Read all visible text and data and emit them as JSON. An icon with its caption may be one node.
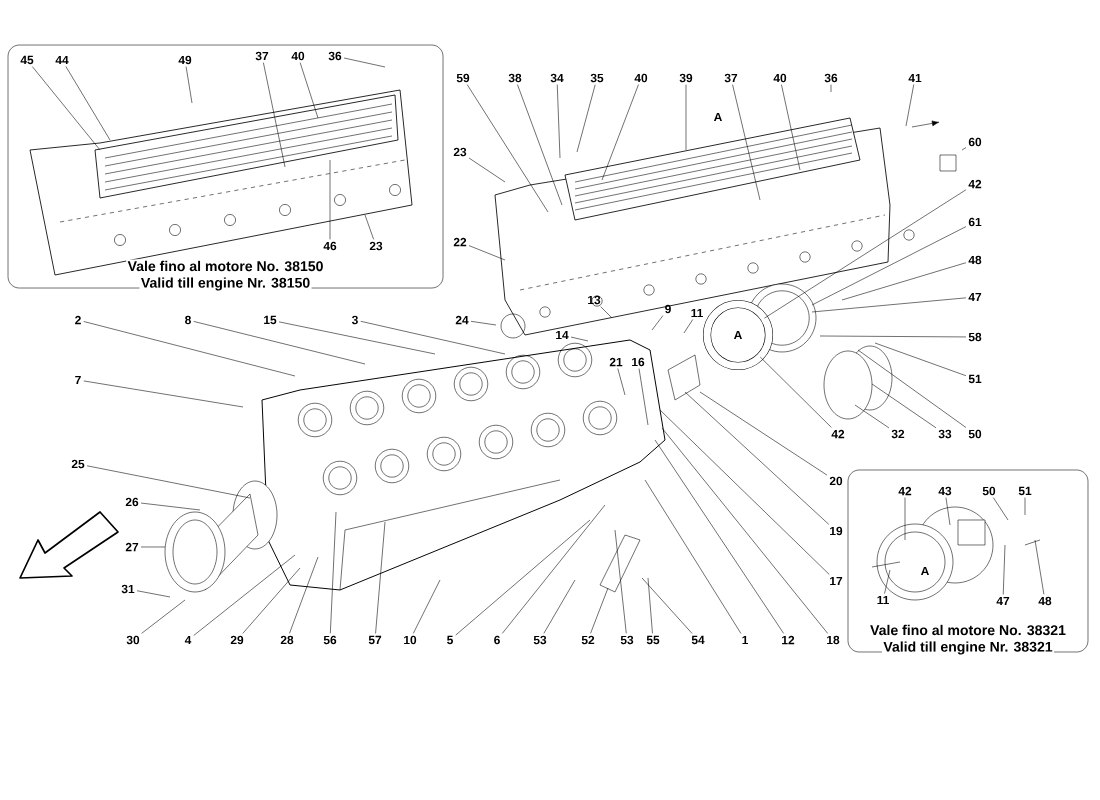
{
  "diagram": {
    "nodes": [
      {
        "text": [
          "Vale fino al motore No. 38150",
          "Valid till engine Nr. 38150"
        ]
      },
      {
        "text": [
          "Vale fino al motore No. 38321",
          "Valid till engine Nr. 38321"
        ]
      },
      {
        "text": [
          "45"
        ],
        "in": 0
      },
      {
        "text": [
          "44"
        ],
        "in": 0
      },
      {
        "text": [
          "49"
        ],
        "in": 0
      },
      {
        "text": [
          "37"
        ],
        "in": 0
      },
      {
        "text": [
          "40"
        ],
        "in": 0
      },
      {
        "text": [
          "36"
        ],
        "in": 0
      },
      {
        "text": [
          "46"
        ],
        "in": 0
      },
      {
        "text": [
          "23"
        ],
        "in": 0
      },
      {
        "text": [
          "59"
        ]
      },
      {
        "text": [
          "38"
        ]
      },
      {
        "text": [
          "34"
        ]
      },
      {
        "text": [
          "35"
        ]
      },
      {
        "text": [
          "40"
        ]
      },
      {
        "text": [
          "39"
        ]
      },
      {
        "text": [
          "37"
        ]
      },
      {
        "text": [
          "40"
        ]
      },
      {
        "text": [
          "36"
        ]
      },
      {
        "text": [
          "41"
        ]
      },
      {
        "text": [
          "60"
        ]
      },
      {
        "text": [
          "23"
        ]
      },
      {
        "text": [
          "22"
        ]
      },
      {
        "text": [
          "42"
        ]
      },
      {
        "text": [
          "61"
        ]
      },
      {
        "text": [
          "48"
        ]
      },
      {
        "text": [
          "47"
        ]
      },
      {
        "text": [
          "24"
        ]
      },
      {
        "text": [
          "14"
        ]
      },
      {
        "text": [
          "13"
        ]
      },
      {
        "text": [
          "9"
        ]
      },
      {
        "text": [
          "11"
        ]
      },
      {
        "text": [
          "58"
        ]
      },
      {
        "text": [
          "2"
        ]
      },
      {
        "text": [
          "8"
        ]
      },
      {
        "text": [
          "15"
        ]
      },
      {
        "text": [
          "3"
        ]
      },
      {
        "text": [
          "21"
        ]
      },
      {
        "text": [
          "16"
        ]
      },
      {
        "text": [
          "51"
        ]
      },
      {
        "text": [
          "7"
        ]
      },
      {
        "text": [
          "42"
        ]
      },
      {
        "text": [
          "32"
        ]
      },
      {
        "text": [
          "33"
        ]
      },
      {
        "text": [
          "50"
        ]
      },
      {
        "text": [
          "20"
        ]
      },
      {
        "text": [
          "25"
        ]
      },
      {
        "text": [
          "19"
        ]
      },
      {
        "text": [
          "26"
        ]
      },
      {
        "text": [
          "27"
        ]
      },
      {
        "text": [
          "17"
        ]
      },
      {
        "text": [
          "31"
        ]
      },
      {
        "text": [
          "30"
        ]
      },
      {
        "text": [
          "4"
        ]
      },
      {
        "text": [
          "29"
        ]
      },
      {
        "text": [
          "28"
        ]
      },
      {
        "text": [
          "56"
        ]
      },
      {
        "text": [
          "57"
        ]
      },
      {
        "text": [
          "10"
        ]
      },
      {
        "text": [
          "5"
        ]
      },
      {
        "text": [
          "6"
        ]
      },
      {
        "text": [
          "53"
        ]
      },
      {
        "text": [
          "52"
        ]
      },
      {
        "text": [
          "53"
        ]
      },
      {
        "text": [
          "55"
        ]
      },
      {
        "text": [
          "54"
        ]
      },
      {
        "text": [
          "1"
        ]
      },
      {
        "text": [
          "12"
        ]
      },
      {
        "text": [
          "18"
        ]
      },
      {
        "text": [
          "42"
        ],
        "in": 1
      },
      {
        "text": [
          "43"
        ],
        "in": 1
      },
      {
        "text": [
          "50"
        ],
        "in": 1
      },
      {
        "text": [
          "51"
        ],
        "in": 1
      },
      {
        "text": [
          "11"
        ],
        "in": 1
      },
      {
        "text": [
          "47"
        ],
        "in": 1
      },
      {
        "text": [
          "48"
        ],
        "in": 1
      },
      {
        "text": [
          "A"
        ]
      }
    ],
    "edges": [
      {
        "from": 2,
        "to": null,
        "arrow": "none"
      },
      {
        "from": 3,
        "to": null,
        "arrow": "none"
      },
      {
        "from": 4,
        "to": null,
        "arrow": "none"
      },
      {
        "from": 5,
        "to": null,
        "arrow": "none"
      },
      {
        "from": 6,
        "to": null,
        "arrow": "none"
      },
      {
        "from": 7,
        "to": null,
        "arrow": "none"
      },
      {
        "from": 8,
        "to": null,
        "arrow": "none"
      },
      {
        "from": 9,
        "to": null,
        "arrow": "none"
      },
      {
        "from": 10,
        "to": null,
        "arrow": "none"
      },
      {
        "from": 11,
        "to": null,
        "arrow": "none"
      },
      {
        "from": 12,
        "to": null,
        "arrow": "none"
      },
      {
        "from": 13,
        "to": null,
        "arrow": "none"
      },
      {
        "from": 14,
        "to": null,
        "arrow": "none"
      },
      {
        "from": 15,
        "to": null,
        "arrow": "none"
      },
      {
        "from": 16,
        "to": null,
        "arrow": "none"
      },
      {
        "from": 17,
        "to": null,
        "arrow": "none"
      },
      {
        "from": 18,
        "to": null,
        "arrow": "none"
      },
      {
        "from": 19,
        "to": null,
        "arrow": "none"
      },
      {
        "from": 20,
        "to": null,
        "arrow": "none"
      },
      {
        "from": 21,
        "to": null,
        "arrow": "none"
      },
      {
        "from": 22,
        "to": null,
        "arrow": "none"
      },
      {
        "from": 23,
        "to": 76,
        "arrow": "none"
      },
      {
        "from": 24,
        "to": null,
        "arrow": "none"
      },
      {
        "from": 25,
        "to": null,
        "arrow": "none"
      },
      {
        "from": 26,
        "to": null,
        "arrow": "none"
      },
      {
        "from": 27,
        "to": null,
        "arrow": "none"
      },
      {
        "from": 28,
        "to": null,
        "arrow": "none"
      },
      {
        "from": 29,
        "to": null,
        "arrow": "none"
      },
      {
        "from": 30,
        "to": null,
        "arrow": "none"
      },
      {
        "from": 31,
        "to": null,
        "arrow": "none"
      },
      {
        "from": 32,
        "to": null,
        "arrow": "none"
      },
      {
        "from": 33,
        "to": null,
        "arrow": "none"
      },
      {
        "from": 34,
        "to": null,
        "arrow": "none"
      },
      {
        "from": 35,
        "to": null,
        "arrow": "none"
      },
      {
        "from": 36,
        "to": null,
        "arrow": "none"
      },
      {
        "from": 37,
        "to": null,
        "arrow": "none"
      },
      {
        "from": 38,
        "to": null,
        "arrow": "none"
      },
      {
        "from": 39,
        "to": null,
        "arrow": "none"
      },
      {
        "from": 40,
        "to": null,
        "arrow": "none"
      },
      {
        "from": 41,
        "to": 76,
        "arrow": "none"
      },
      {
        "from": 42,
        "to": null,
        "arrow": "none"
      },
      {
        "from": 43,
        "to": null,
        "arrow": "none"
      },
      {
        "from": 44,
        "to": null,
        "arrow": "none"
      },
      {
        "from": 45,
        "to": null,
        "arrow": "none"
      },
      {
        "from": 46,
        "to": null,
        "arrow": "none"
      },
      {
        "from": 47,
        "to": null,
        "arrow": "none"
      },
      {
        "from": 48,
        "to": null,
        "arrow": "none"
      },
      {
        "from": 49,
        "to": null,
        "arrow": "none"
      },
      {
        "from": 50,
        "to": null,
        "arrow": "none"
      },
      {
        "from": 51,
        "to": null,
        "arrow": "none"
      },
      {
        "from": 52,
        "to": null,
        "arrow": "none"
      },
      {
        "from": 53,
        "to": null,
        "arrow": "none"
      },
      {
        "from": 54,
        "to": null,
        "arrow": "none"
      },
      {
        "from": 55,
        "to": null,
        "arrow": "none"
      },
      {
        "from": 56,
        "to": null,
        "arrow": "none"
      },
      {
        "from": 57,
        "to": null,
        "arrow": "none"
      },
      {
        "from": 58,
        "to": null,
        "arrow": "none"
      },
      {
        "from": 59,
        "to": null,
        "arrow": "none"
      },
      {
        "from": 60,
        "to": null,
        "arrow": "none"
      },
      {
        "from": 61,
        "to": null,
        "arrow": "none"
      },
      {
        "from": 62,
        "to": null,
        "arrow": "none"
      },
      {
        "from": 63,
        "to": null,
        "arrow": "none"
      },
      {
        "from": 64,
        "to": null,
        "arrow": "none"
      },
      {
        "from": 65,
        "to": null,
        "arrow": "none"
      },
      {
        "from": 66,
        "to": null,
        "arrow": "none"
      },
      {
        "from": 67,
        "to": null,
        "arrow": "none"
      },
      {
        "from": 68,
        "to": null,
        "arrow": "none"
      },
      {
        "from": 69,
        "to": null,
        "arrow": "none"
      },
      {
        "from": 70,
        "to": null,
        "arrow": "none"
      },
      {
        "from": 71,
        "to": null,
        "arrow": "none"
      },
      {
        "from": 72,
        "to": null,
        "arrow": "none"
      },
      {
        "from": 73,
        "to": null,
        "arrow": "none"
      },
      {
        "from": 74,
        "to": null,
        "arrow": "none"
      },
      {
        "from": 75,
        "to": null,
        "arrow": "none"
      }
    ],
    "labels": [
      "A",
      "A"
    ]
  }
}
